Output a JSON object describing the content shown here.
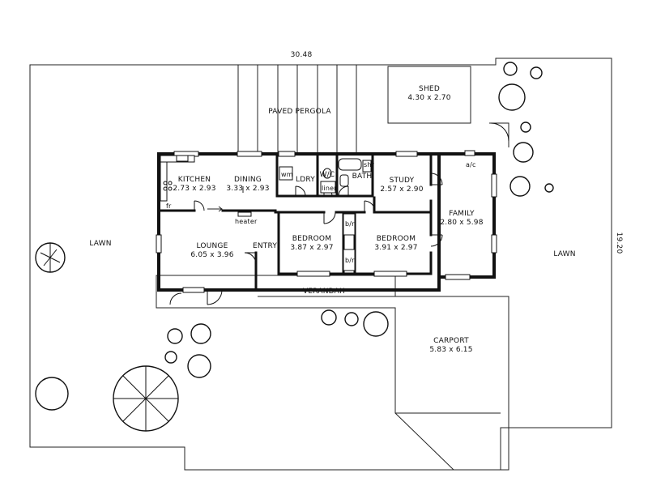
{
  "dimensions": {
    "width_label": "30.48",
    "depth_label": "19.20"
  },
  "outdoor": {
    "lawn_left": "LAWN",
    "lawn_right": "LAWN",
    "paved_pergola": "PAVED PERGOLA",
    "verandah": "VERANDAH",
    "shed_name": "SHED",
    "shed_size": "4.30 x 2.70",
    "carport_name": "CARPORT",
    "carport_size": "5.83 x 6.15"
  },
  "rooms": {
    "kitchen_name": "KITCHEN",
    "kitchen_size": "2.73 x 2.93",
    "dining_name": "DINING",
    "dining_size": "3.33 x 2.93",
    "laundry_name": "LDRY",
    "wc_name": "W/C",
    "bath_name": "BATH",
    "study_name": "STUDY",
    "study_size": "2.57 x 2.90",
    "family_name": "FAMILY",
    "family_size": "2.80 x 5.98",
    "lounge_name": "LOUNGE",
    "lounge_size": "6.05 x 3.96",
    "entry_name": "ENTRY",
    "bedroom1_name": "BEDROOM",
    "bedroom1_size": "3.87 x 2.97",
    "bedroom2_name": "BEDROOM",
    "bedroom2_size": "3.91 x 2.97"
  },
  "fixtures": {
    "wm": "wm",
    "linen": "linen",
    "shower": "shr",
    "heater": "heater",
    "fridge": "fr",
    "aircon": "a/c",
    "robe1": "b/r",
    "robe2": "b/r"
  }
}
